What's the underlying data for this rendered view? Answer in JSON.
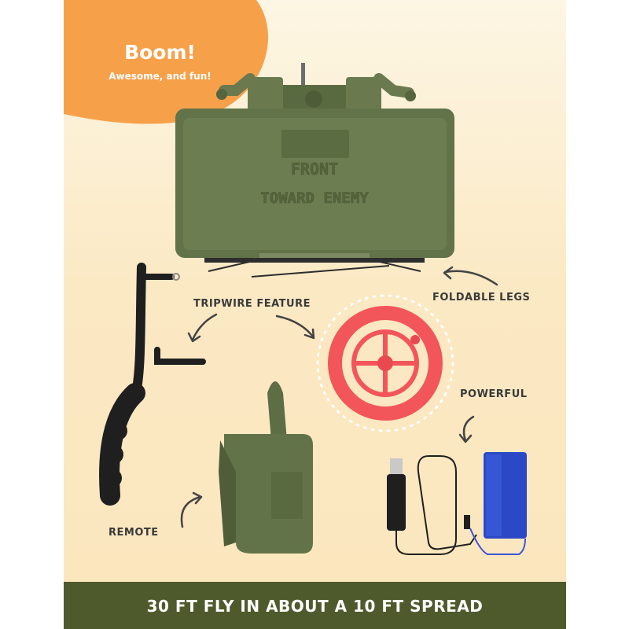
{
  "badge": {
    "title": "Boom!",
    "subtitle": "Awesome, and fun!"
  },
  "device": {
    "front_label": "FRONT",
    "enemy_label": "TOWARD ENEMY"
  },
  "callouts": {
    "tripwire": "TRIPWIRE FEATURE",
    "legs": "FOLDABLE LEGS",
    "powerful": "POWERFUL",
    "remote": "REMOTE"
  },
  "banner": {
    "text": "30 FT FLY IN ABOUT A 10 FT SPREAD"
  },
  "colors": {
    "accent_orange": "#f7a04a",
    "device_green": "#5f7048",
    "banner_green": "#4f5a2c",
    "spool_red": "#f2555a",
    "battery_blue": "#2b48c6"
  },
  "icons": [
    "arrow-icon",
    "usb-plug-icon"
  ]
}
